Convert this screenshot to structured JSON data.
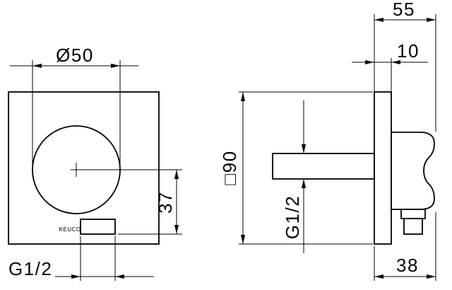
{
  "drawing": {
    "brand_label": "KEUCO",
    "front_view": {
      "handle_diameter": "Ø50",
      "outlet_offset": "37",
      "outlet_thread": "G1/2"
    },
    "side_view": {
      "total_depth": "55",
      "plate_thickness": "10",
      "plate_size": "□90",
      "inlet_thread": "G1/2",
      "projection": "38"
    }
  }
}
